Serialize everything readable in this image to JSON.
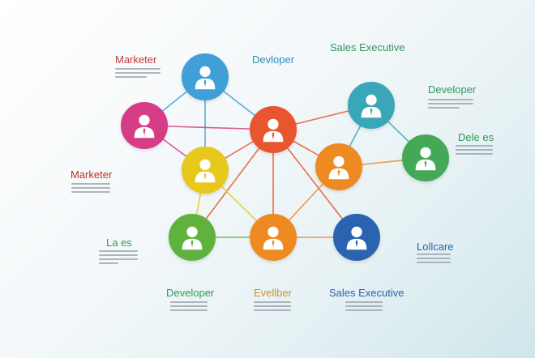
{
  "nodes": [
    {
      "id": "n1",
      "color": "#3f9fd6"
    },
    {
      "id": "n2",
      "color": "#d63d86"
    },
    {
      "id": "n3",
      "color": "#e8562f"
    },
    {
      "id": "n4",
      "color": "#e8c81c"
    },
    {
      "id": "n5",
      "color": "#3aa7b8"
    },
    {
      "id": "n6",
      "color": "#ee8a22"
    },
    {
      "id": "n7",
      "color": "#44a957"
    },
    {
      "id": "n8",
      "color": "#5fb23e"
    },
    {
      "id": "n9",
      "color": "#ee8a22"
    },
    {
      "id": "n10",
      "color": "#2a63b0"
    }
  ],
  "edges": [
    [
      "n1",
      "n2"
    ],
    [
      "n1",
      "n3"
    ],
    [
      "n1",
      "n4"
    ],
    [
      "n2",
      "n3"
    ],
    [
      "n2",
      "n4"
    ],
    [
      "n3",
      "n4"
    ],
    [
      "n3",
      "n5"
    ],
    [
      "n3",
      "n6"
    ],
    [
      "n3",
      "n8"
    ],
    [
      "n3",
      "n9"
    ],
    [
      "n3",
      "n10"
    ],
    [
      "n4",
      "n8"
    ],
    [
      "n4",
      "n9"
    ],
    [
      "n5",
      "n6"
    ],
    [
      "n5",
      "n7"
    ],
    [
      "n6",
      "n7"
    ],
    [
      "n6",
      "n9"
    ],
    [
      "n8",
      "n9"
    ],
    [
      "n9",
      "n10"
    ]
  ],
  "labels": {
    "marketer_top": {
      "text": "Marketer",
      "color": "#c23a3a"
    },
    "developer_top": {
      "text": "Devloper",
      "color": "#2a8fb8"
    },
    "sales_top": {
      "text": "Sales Executive",
      "color": "#2f9a5a"
    },
    "developer_right": {
      "text": "Developer",
      "color": "#2f9a5a"
    },
    "deve_right": {
      "text": "Dele es",
      "color": "#2f9a5a"
    },
    "marketer_left": {
      "text": "Marketer",
      "color": "#b8322a"
    },
    "la_left": {
      "text": "La es",
      "color": "#2f9a5a"
    },
    "loliare_right": {
      "text": "Lollcare",
      "color": "#2a63b0"
    },
    "developer_bottom": {
      "text": "Developer",
      "color": "#2f9a5a"
    },
    "evellber_bottom": {
      "text": "Evellber",
      "color": "#d9911a"
    },
    "sales_bottom": {
      "text": "Sales Executive",
      "color": "#2a63b0"
    }
  },
  "colors": {
    "person": "#ffffff"
  }
}
